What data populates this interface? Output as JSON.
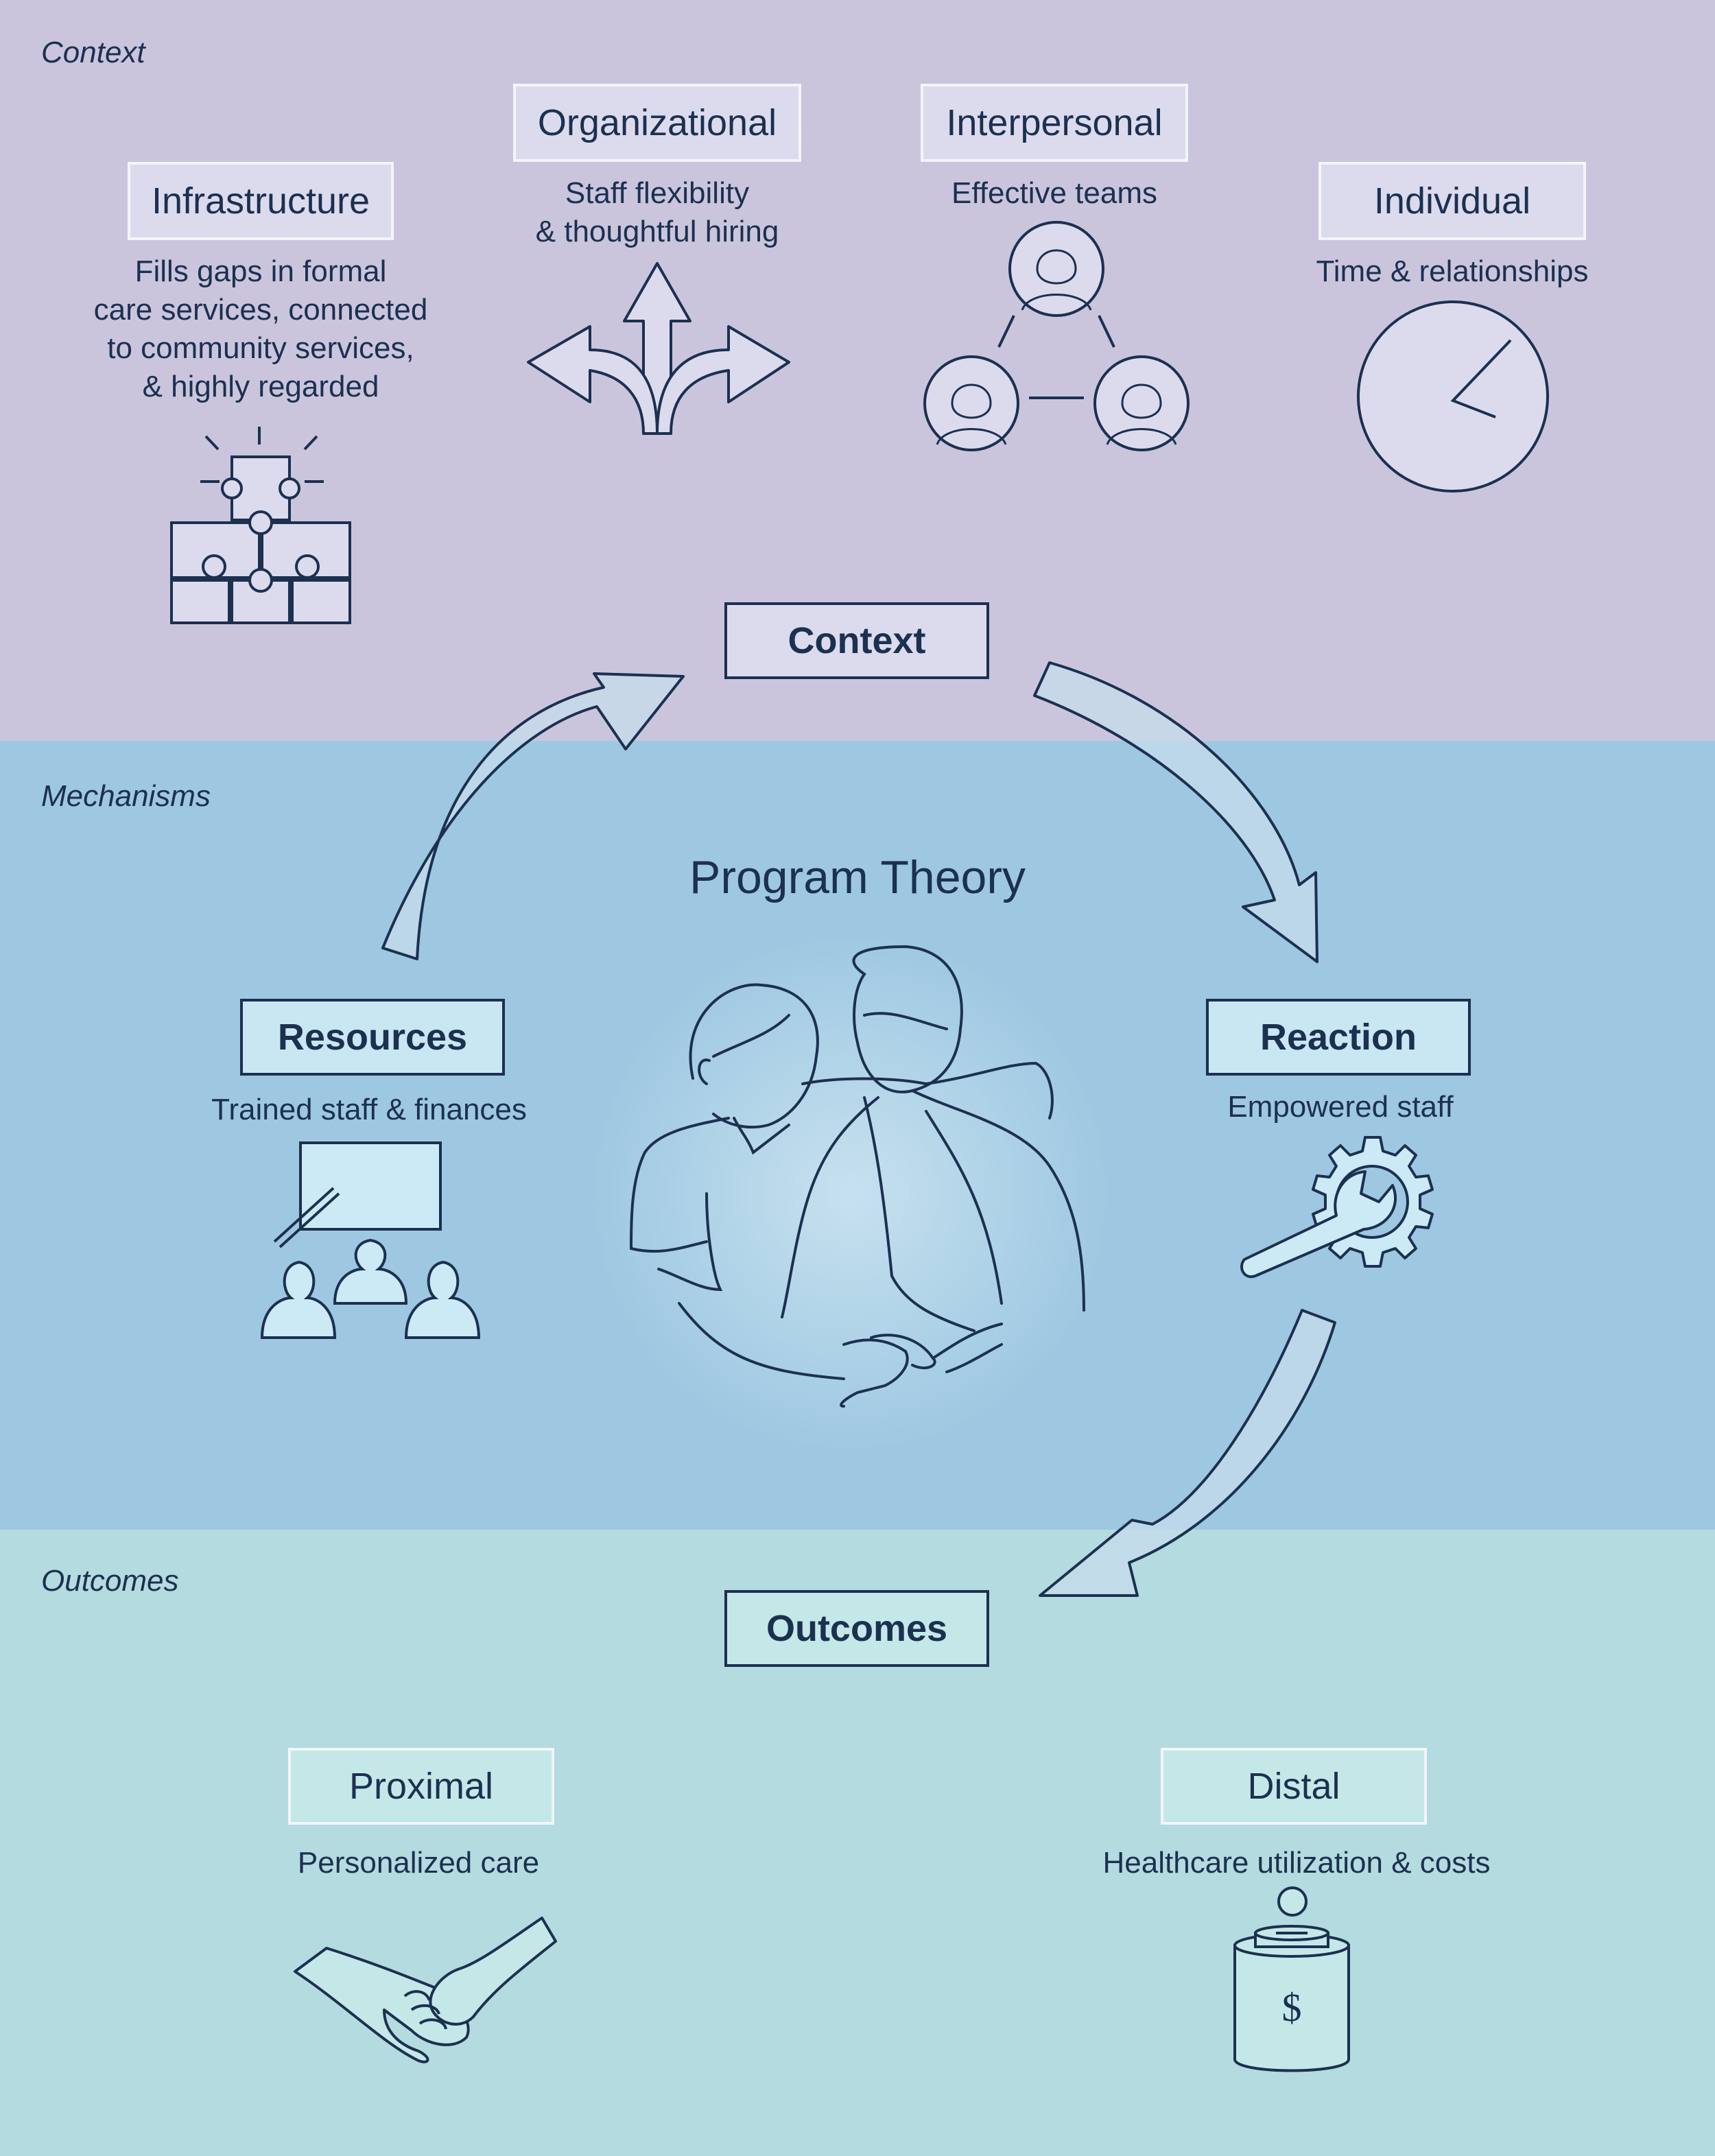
{
  "sections": {
    "context_label": "Context",
    "mechanisms_label": "Mechanisms",
    "outcomes_label": "Outcomes"
  },
  "title": "Program Theory",
  "context": {
    "infrastructure": {
      "title": "Infrastructure",
      "desc": "Fills gaps in formal\ncare services, connected\nto community services,\n& highly regarded"
    },
    "organizational": {
      "title": "Organizational",
      "desc": "Staff flexibility\n& thoughtful hiring"
    },
    "interpersonal": {
      "title": "Interpersonal",
      "desc": "Effective teams"
    },
    "individual": {
      "title": "Individual",
      "desc": "Time & relationships"
    }
  },
  "cycle": {
    "context": "Context",
    "resources": "Resources",
    "resources_desc": "Trained staff & finances",
    "reaction": "Reaction",
    "reaction_desc": "Empowered staff",
    "outcomes": "Outcomes"
  },
  "outcomes": {
    "proximal": {
      "title": "Proximal",
      "desc": "Personalized care"
    },
    "distal": {
      "title": "Distal",
      "desc": "Healthcare utilization & costs"
    }
  },
  "icons": {
    "puzzle": "puzzle-icon",
    "arrows": "diverging-arrows-icon",
    "team": "team-triangle-icon",
    "clock": "clock-icon",
    "training": "training-presentation-icon",
    "gear": "gear-wrench-icon",
    "caregiver": "caregiver-illustration",
    "handshake": "handshake-icon",
    "coinjar": "coin-jar-icon"
  },
  "colors": {
    "context_band": "#cac5dd",
    "mechanisms_band": "#9ec8e1",
    "outcomes_band": "#b4dbdf",
    "ink": "#1c3050"
  }
}
